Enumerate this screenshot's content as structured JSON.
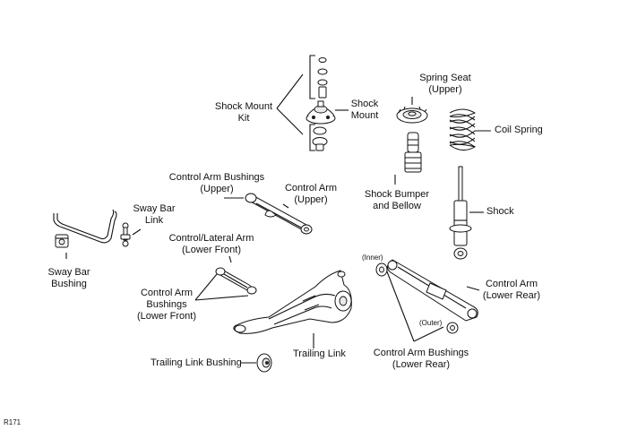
{
  "labels": {
    "shock_mount_kit": [
      "Shock Mount",
      "Kit"
    ],
    "shock_mount": [
      "Shock",
      "Mount"
    ],
    "spring_seat_upper": [
      "Spring Seat",
      "(Upper)"
    ],
    "coil_spring": [
      "Coil Spring"
    ],
    "shock_bumper_bellow": [
      "Shock Bumper",
      "and Bellow"
    ],
    "shock": [
      "Shock"
    ],
    "control_arm_bushings_upper": [
      "Control Arm Bushings",
      "(Upper)"
    ],
    "control_arm_upper": [
      "Control Arm",
      "(Upper)"
    ],
    "sway_bar_link": [
      "Sway Bar",
      "Link"
    ],
    "control_lateral_arm_lower_front": [
      "Control/Lateral Arm",
      "(Lower Front)"
    ],
    "sway_bar_bushing": [
      "Sway Bar",
      "Bushing"
    ],
    "control_arm_bushings_lower_front": [
      "Control Arm",
      "Bushings",
      "(Lower Front)"
    ],
    "inner": [
      "(Inner)"
    ],
    "control_arm_lower_rear": [
      "Control Arm",
      "(Lower Rear)"
    ],
    "outer": [
      "(Outer)"
    ],
    "trailing_link": [
      "Trailing Link"
    ],
    "trailing_link_bushing": [
      "Trailing Link Bushing"
    ],
    "control_arm_bushings_lower_rear": [
      "Control Arm Bushings",
      "(Lower Rear)"
    ],
    "figure_code": [
      "R171"
    ]
  }
}
